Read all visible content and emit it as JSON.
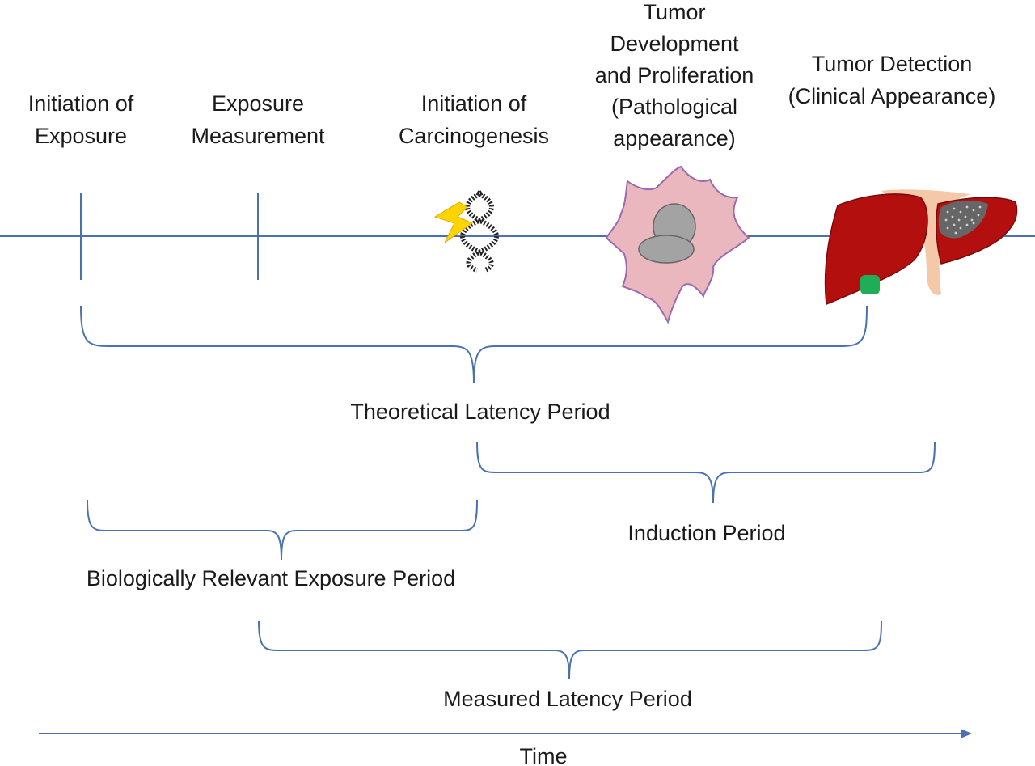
{
  "milestones": {
    "initiation_exposure": [
      "Initiation of",
      "Exposure"
    ],
    "exposure_measurement": [
      "Exposure",
      "Measurement"
    ],
    "initiation_carcinogenesis": [
      "Initiation of",
      "Carcinogenesis"
    ],
    "tumor_development": [
      "Tumor",
      "Development",
      "and Proliferation",
      "(Pathological",
      "appearance)"
    ],
    "tumor_detection": [
      "Tumor Detection",
      "(Clinical Appearance)"
    ]
  },
  "periods": {
    "theoretical_latency": "Theoretical Latency Period",
    "induction": "Induction Period",
    "biologically_relevant": "Biologically Relevant Exposure Period",
    "measured_latency": "Measured Latency Period"
  },
  "time_axis": {
    "label": "Time"
  },
  "colors": {
    "line": "#4a72b0",
    "liver": "#b30f0f",
    "liver_dark": "#7a0a0a",
    "cell": "#eab7bf",
    "cell_outline": "#9b6ab0",
    "nucleus": "#a3a3a3",
    "bolt": "#ffd400",
    "gallbladder": "#1fae56",
    "ligament": "#f4c8a8"
  }
}
